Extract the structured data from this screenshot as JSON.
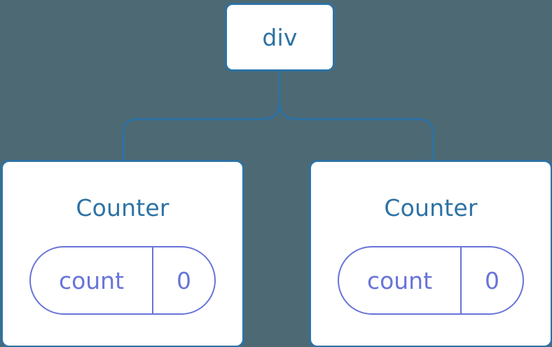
{
  "diagram": {
    "type": "component-tree",
    "background_color": "#4d6973",
    "node_border_color": "#2d72a4",
    "node_fill_color": "#ffffff",
    "node_text_color": "#2d72a4",
    "state_pill_color": "#6874d8",
    "connector_color": "#2d72a4",
    "root": {
      "label": "div"
    },
    "children": [
      {
        "label": "Counter",
        "state": {
          "key": "count",
          "value": "0"
        }
      },
      {
        "label": "Counter",
        "state": {
          "key": "count",
          "value": "0"
        }
      }
    ]
  }
}
